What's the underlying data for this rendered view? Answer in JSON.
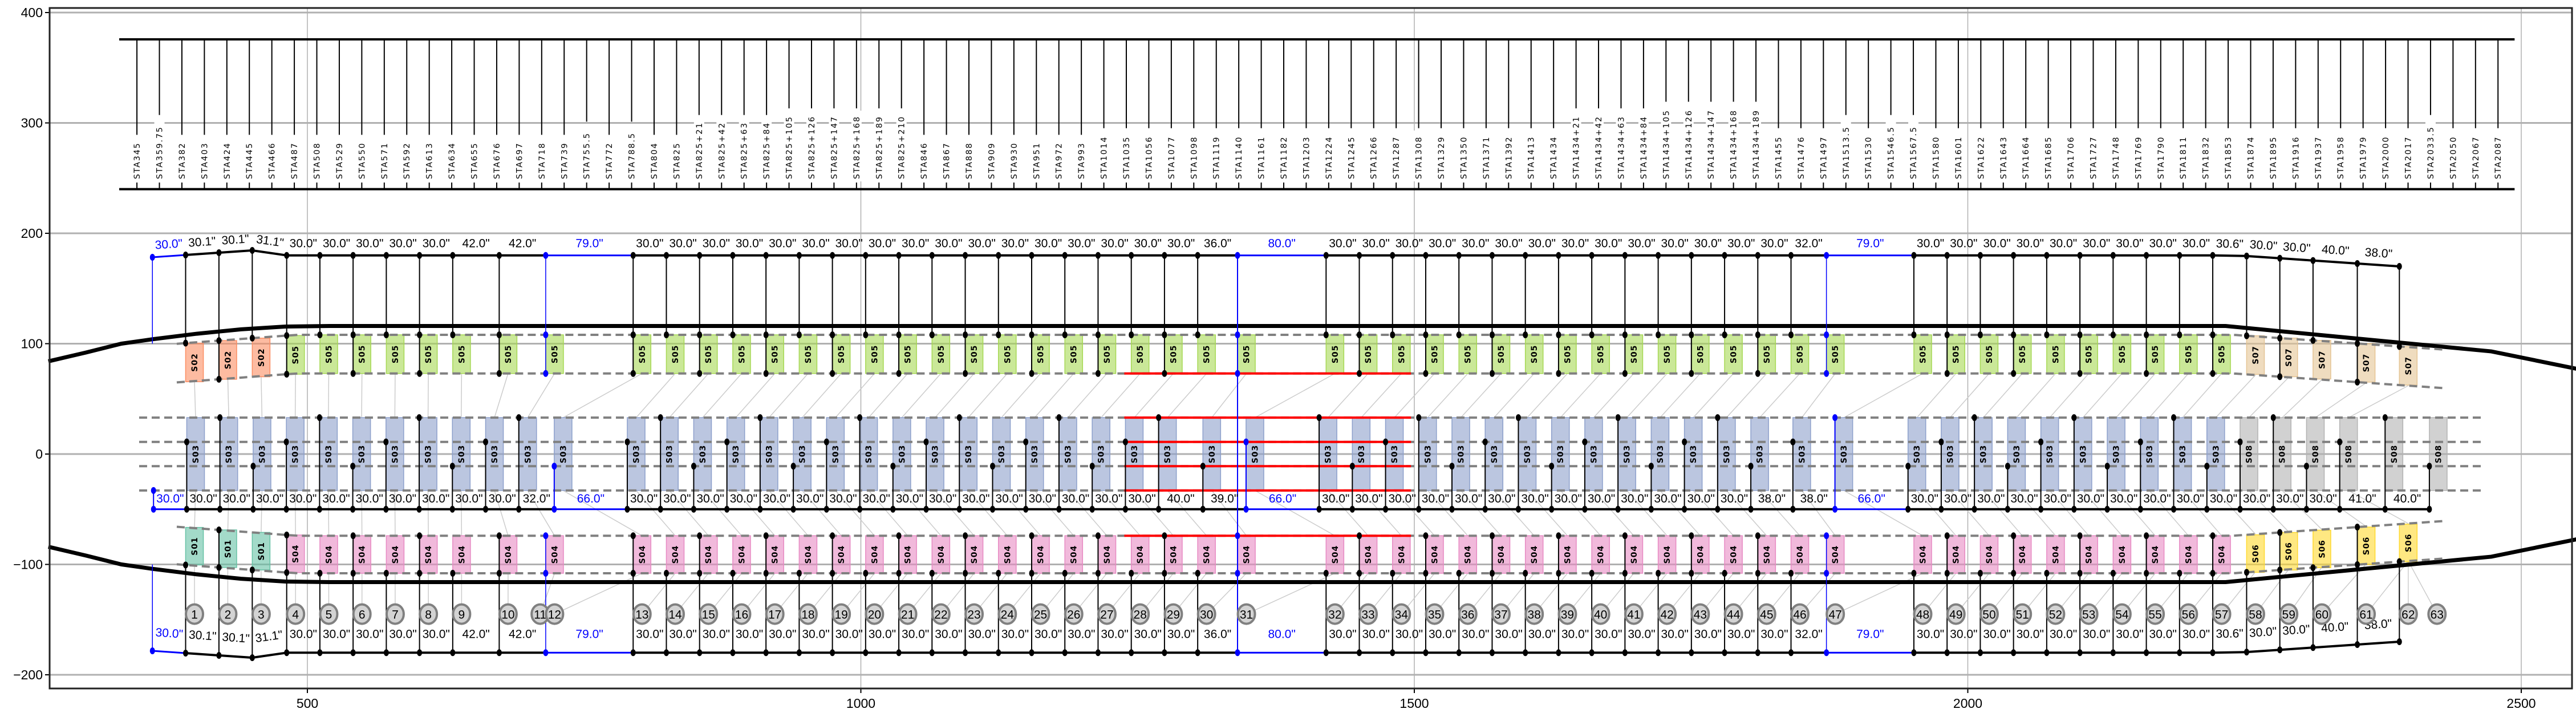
{
  "chart_data": {
    "type": "line",
    "title": "",
    "xlabel": "",
    "ylabel": "",
    "xlim": [
      266,
      2548
    ],
    "ylim": [
      -208,
      404
    ],
    "grid": true,
    "x_ticks": [
      500,
      1000,
      1500,
      2000,
      2500
    ],
    "x_tick_labels": [
      "500",
      "1000",
      "1500",
      "2000",
      "2500"
    ],
    "y_ticks": [
      -200,
      -100,
      0,
      100,
      200,
      300,
      400
    ],
    "y_tick_labels": [
      "−200",
      "−100",
      "0",
      "100",
      "200",
      "300",
      "400"
    ],
    "stations": [
      "STA345",
      "STA359.75",
      "STA382",
      "STA403",
      "STA424",
      "STA445",
      "STA466",
      "STA487",
      "STA508",
      "STA529",
      "STA550",
      "STA571",
      "STA592",
      "STA613",
      "STA634",
      "STA655",
      "STA676",
      "STA697",
      "STA718",
      "STA739",
      "STA755.5",
      "STA772",
      "STA788.5",
      "STA804",
      "STA825",
      "STA825+21",
      "STA825+42",
      "STA825+63",
      "STA825+84",
      "STA825+105",
      "STA825+126",
      "STA825+147",
      "STA825+168",
      "STA825+189",
      "STA825+210",
      "STA846",
      "STA867",
      "STA888",
      "STA909",
      "STA930",
      "STA951",
      "STA972",
      "STA993",
      "STA1014",
      "STA1035",
      "STA1056",
      "STA1077",
      "STA1098",
      "STA1119",
      "STA1140",
      "STA1161",
      "STA1182",
      "STA1203",
      "STA1224",
      "STA1245",
      "STA1266",
      "STA1287",
      "STA1308",
      "STA1329",
      "STA1350",
      "STA1371",
      "STA1392",
      "STA1413",
      "STA1434",
      "STA1434+21",
      "STA1434+42",
      "STA1434+63",
      "STA1434+84",
      "STA1434+105",
      "STA1434+126",
      "STA1434+147",
      "STA1434+168",
      "STA1434+189",
      "STA1455",
      "STA1476",
      "STA1497",
      "STA1513.5",
      "STA1530",
      "STA1546.5",
      "STA1567.5",
      "STA1580",
      "STA1601",
      "STA1622",
      "STA1643",
      "STA1664",
      "STA1685",
      "STA1706",
      "STA1727",
      "STA1748",
      "STA1769",
      "STA1790",
      "STA1811",
      "STA1832",
      "STA1853",
      "STA1874",
      "STA1895",
      "STA1916",
      "STA1937",
      "STA1958",
      "STA1979",
      "STA2000",
      "STA2017",
      "STA2033.5",
      "STA2050",
      "STA2067",
      "STA2087"
    ],
    "outer_start_x": 360,
    "top_dims": [
      "30.0\"",
      "30.1\"",
      "30.1\"",
      "31.1\"",
      "30.0\"",
      "30.0\"",
      "30.0\"",
      "30.0\"",
      "30.0\"",
      "42.0\"",
      "42.0\"",
      "79.0\"",
      "30.0\"",
      "30.0\"",
      "30.0\"",
      "30.0\"",
      "30.0\"",
      "30.0\"",
      "30.0\"",
      "30.0\"",
      "30.0\"",
      "30.0\"",
      "30.0\"",
      "30.0\"",
      "30.0\"",
      "30.0\"",
      "30.0\"",
      "30.0\"",
      "30.0\"",
      "36.0\"",
      "80.0\"",
      "30.0\"",
      "30.0\"",
      "30.0\"",
      "30.0\"",
      "30.0\"",
      "30.0\"",
      "30.0\"",
      "30.0\"",
      "30.0\"",
      "30.0\"",
      "30.0\"",
      "30.0\"",
      "30.0\"",
      "30.0\"",
      "32.0\"",
      "79.0\"",
      "30.0\"",
      "30.0\"",
      "30.0\"",
      "30.0\"",
      "30.0\"",
      "30.0\"",
      "30.0\"",
      "30.0\"",
      "30.0\"",
      "30.6\"",
      "30.0\"",
      "30.0\"",
      "40.0\"",
      "38.0\""
    ],
    "bottom_dims": [
      "30.0\"",
      "30.1\"",
      "30.1\"",
      "31.1\"",
      "30.0\"",
      "30.0\"",
      "30.0\"",
      "30.0\"",
      "30.0\"",
      "42.0\"",
      "42.0\"",
      "79.0\"",
      "30.0\"",
      "30.0\"",
      "30.0\"",
      "30.0\"",
      "30.0\"",
      "30.0\"",
      "30.0\"",
      "30.0\"",
      "30.0\"",
      "30.0\"",
      "30.0\"",
      "30.0\"",
      "30.0\"",
      "30.0\"",
      "30.0\"",
      "30.0\"",
      "30.0\"",
      "36.0\"",
      "80.0\"",
      "30.0\"",
      "30.0\"",
      "30.0\"",
      "30.0\"",
      "30.0\"",
      "30.0\"",
      "30.0\"",
      "30.0\"",
      "30.0\"",
      "30.0\"",
      "30.0\"",
      "30.0\"",
      "30.0\"",
      "30.0\"",
      "32.0\"",
      "79.0\"",
      "30.0\"",
      "30.0\"",
      "30.0\"",
      "30.0\"",
      "30.0\"",
      "30.0\"",
      "30.0\"",
      "30.0\"",
      "30.0\"",
      "30.6\"",
      "30.0\"",
      "30.0\"",
      "40.0\"",
      "38.0\""
    ],
    "outer_blue_segments": [
      0,
      11,
      30,
      46
    ],
    "middle_start_x": 361,
    "middle_dims": [
      "30.0\"",
      "30.0\"",
      "30.0\"",
      "30.0\"",
      "30.0\"",
      "30.0\"",
      "30.0\"",
      "30.0\"",
      "30.0\"",
      "30.0\"",
      "30.0\"",
      "32.0\"",
      "66.0\"",
      "30.0\"",
      "30.0\"",
      "30.0\"",
      "30.0\"",
      "30.0\"",
      "30.0\"",
      "30.0\"",
      "30.0\"",
      "30.0\"",
      "30.0\"",
      "30.0\"",
      "30.0\"",
      "30.0\"",
      "30.0\"",
      "30.0\"",
      "30.0\"",
      "40.0\"",
      "39.0\"",
      "66.0\"",
      "30.0\"",
      "30.0\"",
      "30.0\"",
      "30.0\"",
      "30.0\"",
      "30.0\"",
      "30.0\"",
      "30.0\"",
      "30.0\"",
      "30.0\"",
      "30.0\"",
      "30.0\"",
      "30.0\"",
      "38.0\"",
      "38.0\"",
      "66.0\"",
      "30.0\"",
      "30.0\"",
      "30.0\"",
      "30.0\"",
      "30.0\"",
      "30.0\"",
      "30.0\"",
      "30.0\"",
      "30.0\"",
      "30.0\"",
      "30.0\"",
      "30.0\"",
      "30.0\"",
      "41.0\"",
      "40.0\""
    ],
    "middle_blue_segments": [
      0,
      12,
      31,
      47
    ],
    "upper_modules": [
      {
        "label": "S02",
        "count": 3
      },
      {
        "label": "S05",
        "count": 53
      },
      {
        "label": "S07",
        "count": 5
      }
    ],
    "middle_modules": [
      {
        "label": "S03",
        "count": 57
      },
      {
        "label": "S08",
        "count": 6
      }
    ],
    "lower_modules": [
      {
        "label": "S01",
        "count": 3
      },
      {
        "label": "S04",
        "count": 53
      },
      {
        "label": "S06",
        "count": 5
      }
    ],
    "module_colors": {
      "S01": "#66c2a5",
      "S02": "#fc8d62",
      "S03": "#8da0cb",
      "S04": "#e78ac3",
      "S05": "#a6d854",
      "S06": "#ffd92f",
      "S07": "#e5c494",
      "S08": "#b3b3b3"
    },
    "panel_numbers": [
      "1",
      "2",
      "3",
      "4",
      "5",
      "6",
      "7",
      "8",
      "9",
      "10",
      "11",
      "12",
      "13",
      "14",
      "15",
      "16",
      "17",
      "18",
      "19",
      "20",
      "21",
      "22",
      "23",
      "24",
      "25",
      "26",
      "27",
      "28",
      "29",
      "30",
      "31",
      "32",
      "33",
      "34",
      "35",
      "36",
      "37",
      "38",
      "39",
      "40",
      "41",
      "42",
      "43",
      "44",
      "45",
      "46",
      "47",
      "48",
      "49",
      "50",
      "51",
      "52",
      "53",
      "54",
      "55",
      "56",
      "57",
      "58",
      "59",
      "60",
      "61",
      "62",
      "63"
    ],
    "highlight_x_range": [
      1238,
      1497
    ],
    "colors": {
      "dimension": "#000000",
      "blue": "#0000ff",
      "highlight": "#ff0000",
      "grid": "#b0b0b0",
      "dashed": "#808080",
      "connector": "#cccccc",
      "circle_fill": "#d3d3d3",
      "circle_stroke": "#808080"
    }
  }
}
